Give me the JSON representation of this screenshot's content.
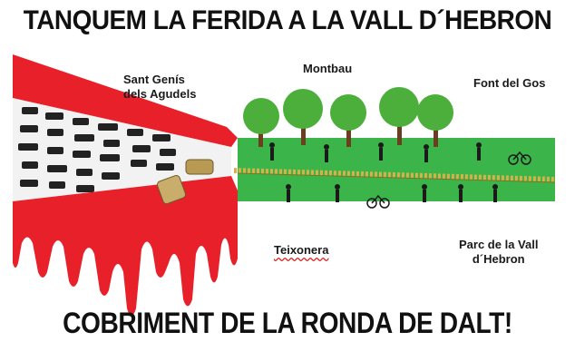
{
  "poster": {
    "headline": "TANQUEM LA FERIDA A LA VALL D´HEBRON",
    "footer": "COBRIMENT  DE LA RONDA DE DALT!",
    "labels": {
      "sant_genis_line1": "Sant Genís",
      "sant_genis_line2": "dels Agudels",
      "montbau": "Montbau",
      "font_del_gos": "Font del Gos",
      "teixonera": "Teixonera",
      "parc_line1": "Parc de la Vall",
      "parc_line2": "d´Hebron"
    }
  },
  "colors": {
    "red": "#e8202a",
    "green": "#3bb54a",
    "zipper": "#d4b24a",
    "tree": "#4caf3c",
    "trunk": "#6b3e1f"
  }
}
